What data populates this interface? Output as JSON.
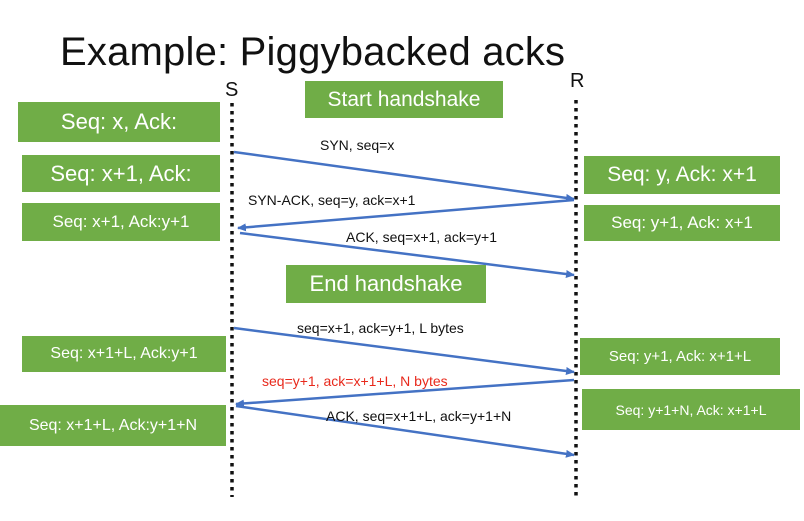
{
  "title": "Example: Piggybacked acks",
  "endpoints": {
    "sender": "S",
    "receiver": "R"
  },
  "phases": {
    "start": "Start handshake",
    "end": "End handshake"
  },
  "sender_states": [
    "Seq: x, Ack:",
    "Seq: x+1, Ack:",
    "Seq: x+1, Ack:y+1",
    "Seq: x+1+L, Ack:y+1",
    "Seq: x+1+L, Ack:y+1+N"
  ],
  "receiver_states": [
    "Seq: y, Ack: x+1",
    "Seq: y+1, Ack: x+1",
    "Seq: y+1, Ack: x+1+L",
    "Seq: y+1+N, Ack: x+1+L"
  ],
  "messages": [
    {
      "label": "SYN, seq=x"
    },
    {
      "label": "SYN-ACK, seq=y, ack=x+1"
    },
    {
      "label": "ACK, seq=x+1, ack=y+1"
    },
    {
      "label": "seq=x+1, ack=y+1, L bytes"
    },
    {
      "label": "seq=y+1, ack=x+1+L, N bytes"
    },
    {
      "label": "ACK, seq=x+1+L, ack=y+1+N"
    }
  ],
  "colors": {
    "box_fill": "#70ad47",
    "arrow": "#4472c4",
    "highlight_text": "#e8291c"
  }
}
